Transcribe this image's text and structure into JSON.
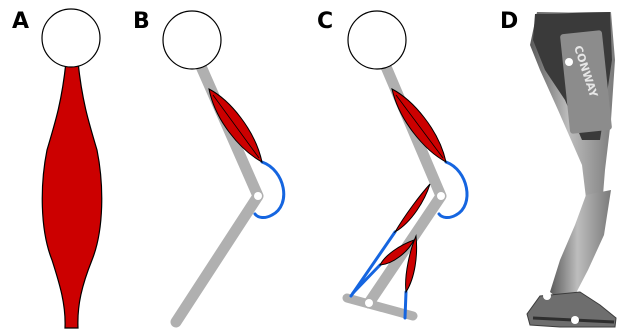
{
  "panels": {
    "a": {
      "label": "A"
    },
    "b": {
      "label": "B"
    },
    "c": {
      "label": "C"
    },
    "d": {
      "label": "D",
      "jersey_text": "CONWAY"
    }
  },
  "colors": {
    "muscle": "#cc0000",
    "tendon": "#1565e0",
    "bone": "#b0b0b0",
    "head_fill": "#ffffff",
    "outline": "#000000"
  }
}
